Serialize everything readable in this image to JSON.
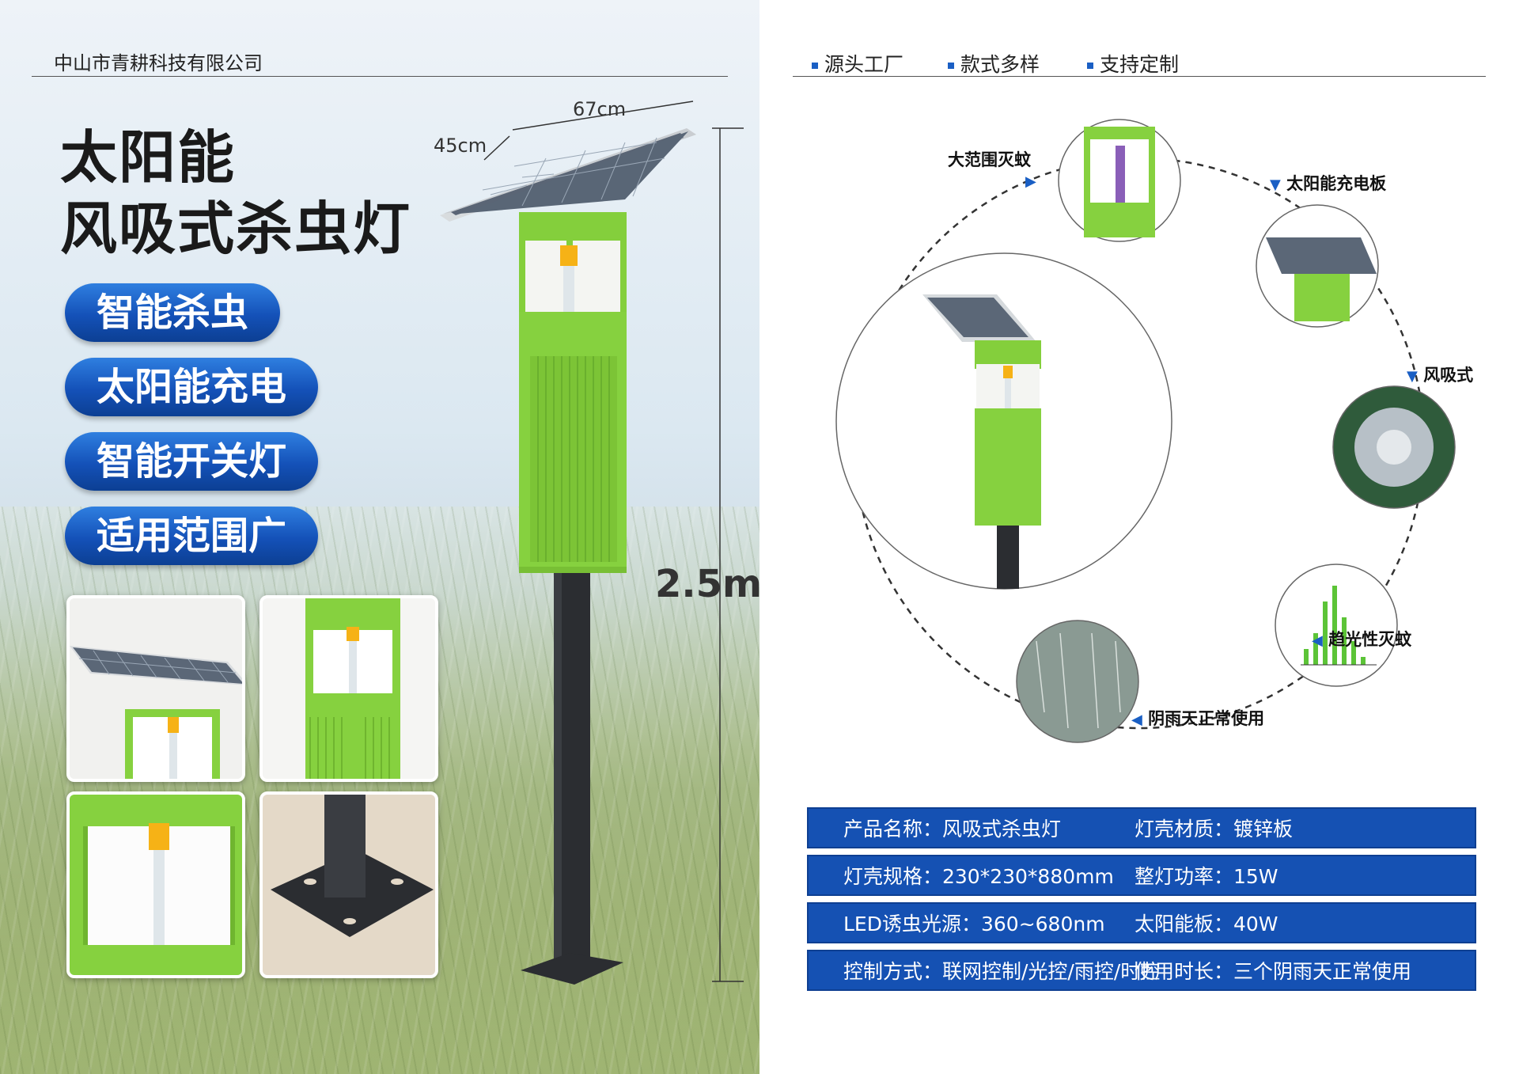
{
  "left": {
    "company": "中山市青耕科技有限公司",
    "title_line1": "太阳能",
    "title_line2": "风吸式杀虫灯",
    "features": [
      "智能杀虫",
      "太阳能充电",
      "智能开关灯",
      "适用范围广"
    ],
    "dimensions": {
      "width": "67cm",
      "depth": "45cm",
      "height": "2.5m"
    }
  },
  "right": {
    "tags": [
      "源头工厂",
      "款式多样",
      "支持定制"
    ],
    "callouts": {
      "wide_range": "大范围灭蚊",
      "solar_panel": "太阳能充电板",
      "wind_suction": "风吸式",
      "phototaxis": "趋光性灭蚊",
      "rainy": "阴雨天正常使用"
    },
    "specs": [
      {
        "a": "产品名称：风吸式杀虫灯",
        "b": "灯壳材质：镀锌板"
      },
      {
        "a": "灯壳规格：230*230*880mm",
        "b": "整灯功率：15W"
      },
      {
        "a": "LED诱虫光源：360~680nm",
        "b": "太阳能板：40W"
      },
      {
        "a": "控制方式：联网控制/光控/雨控/时控",
        "b": "使用时长：三个阴雨天正常使用"
      }
    ]
  },
  "colors": {
    "accent_blue": "#1551b3",
    "lamp_green": "#7ccf3c",
    "pole_dark": "#2b2d31"
  }
}
